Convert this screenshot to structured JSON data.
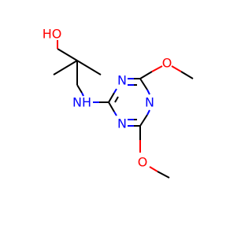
{
  "molecule": {
    "atoms": [
      {
        "id": "o-hydroxyl",
        "label": "HO",
        "color": "#ff0000"
      },
      {
        "id": "n-amine",
        "label": "NH",
        "color": "#0000ff"
      },
      {
        "id": "n-ring-top",
        "label": "N",
        "color": "#0000ff"
      },
      {
        "id": "n-ring-left",
        "label": "N",
        "color": "#0000ff"
      },
      {
        "id": "n-ring-bottom",
        "label": "N",
        "color": "#0000ff"
      },
      {
        "id": "o-methoxy-top",
        "label": "O",
        "color": "#ff0000"
      },
      {
        "id": "o-methoxy-bottom",
        "label": "O",
        "color": "#ff0000"
      }
    ]
  }
}
